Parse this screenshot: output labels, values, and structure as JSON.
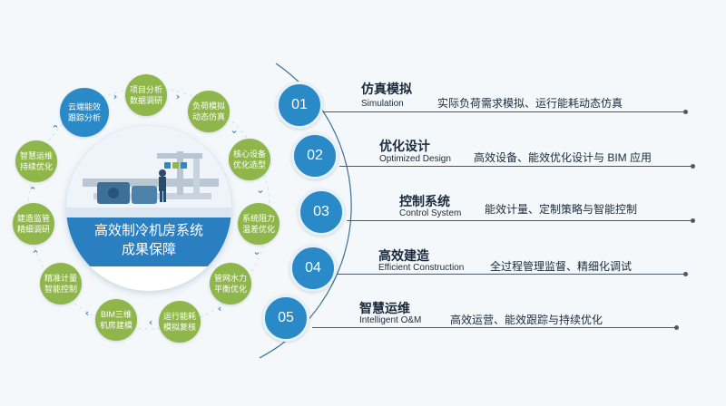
{
  "ring": {
    "center": {
      "line1": "高效制冷机房系统",
      "line2": "成果保障"
    },
    "nodes": [
      {
        "line1": "云端能效",
        "line2": "跟踪分析",
        "color": "#2a89c7"
      },
      {
        "line1": "项目分析",
        "line2": "数据调研",
        "color": "#8fb64b"
      },
      {
        "line1": "负荷模拟",
        "line2": "动态仿真",
        "color": "#8fb64b"
      },
      {
        "line1": "核心设备",
        "line2": "优化选型",
        "color": "#8fb64b"
      },
      {
        "line1": "系统阻力",
        "line2": "温差优化",
        "color": "#8fb64b"
      },
      {
        "line1": "管网水力",
        "line2": "平衡优化",
        "color": "#8fb64b"
      },
      {
        "line1": "运行能耗",
        "line2": "模拟复核",
        "color": "#8fb64b"
      },
      {
        "line1": "BIM三维",
        "line2": "机房建模",
        "color": "#8fb64b"
      },
      {
        "line1": "精准计量",
        "line2": "智能控制",
        "color": "#8fb64b"
      },
      {
        "line1": "建造监管",
        "line2": "精细调研",
        "color": "#8fb64b"
      },
      {
        "line1": "智慧运维",
        "line2": "持续优化",
        "color": "#8fb64b"
      }
    ]
  },
  "list": [
    {
      "num": "01",
      "title": "仿真模拟",
      "en": "Simulation",
      "desc": "实际负荷需求模拟、运行能耗动态仿真"
    },
    {
      "num": "02",
      "title": "优化设计",
      "en": "Optimized Design",
      "desc": "高效设备、能效优化设计与 BIM 应用"
    },
    {
      "num": "03",
      "title": "控制系统",
      "en": "Control System",
      "desc": "能效计量、定制策略与智能控制"
    },
    {
      "num": "04",
      "title": "高效建造",
      "en": "Efficient Construction",
      "desc": "全过程管理监督、精细化调试"
    },
    {
      "num": "05",
      "title": "智慧运维",
      "en": "Intelligent O&M",
      "desc": "高效运营、能效跟踪与持续优化"
    }
  ],
  "colors": {
    "primary_blue": "#2a89c7",
    "green": "#8fb64b",
    "banner_blue": "#2a7fc0"
  }
}
